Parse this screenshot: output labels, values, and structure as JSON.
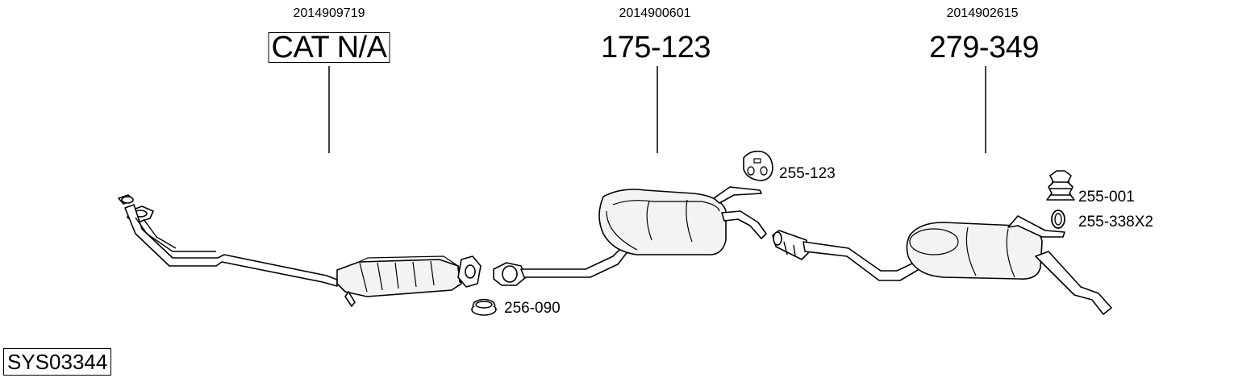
{
  "sections": [
    {
      "code": "2014909719",
      "part_number": "CAT N/A"
    },
    {
      "code": "2014900601",
      "part_number": "175-123"
    },
    {
      "code": "2014902615",
      "part_number": "279-349"
    }
  ],
  "accessories": {
    "clamp": "256-090",
    "hanger": "255-123",
    "rubber_mount": "255-001",
    "ring": "255-338X2"
  },
  "system_id": "SYS03344"
}
